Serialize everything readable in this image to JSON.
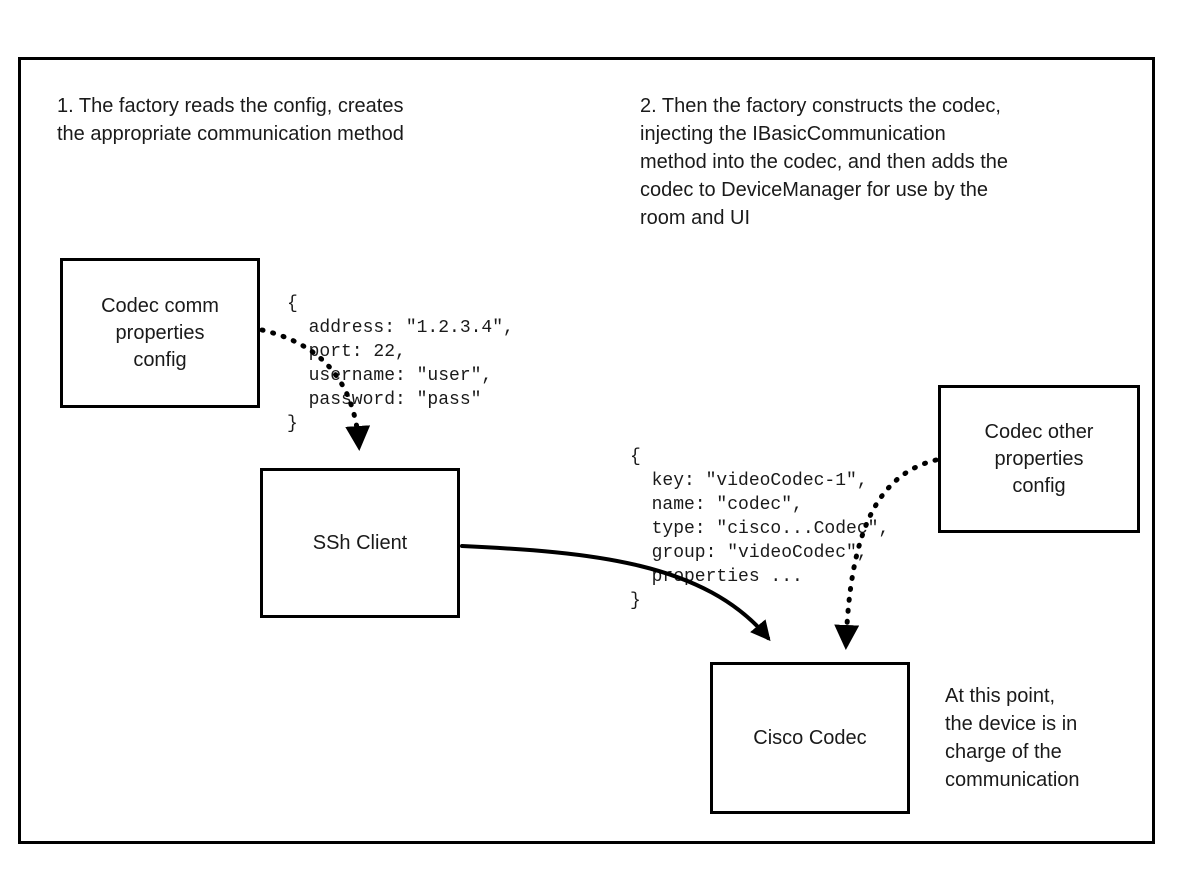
{
  "diagram": {
    "notes": {
      "step1": "1. The factory reads the config, creates\nthe appropriate communication method",
      "step2": "2. Then the factory constructs the codec,\ninjecting the IBasicCommunication\nmethod into the codec, and then adds the\ncodec to DeviceManager for use by the\nroom and UI",
      "device_note": "At this point,\nthe device is in\ncharge of the\ncommunication"
    },
    "nodes": {
      "codec_comm_config": "Codec comm\nproperties\nconfig",
      "ssh_client": "SSh Client",
      "codec_other_config": "Codec other\nproperties\nconfig",
      "cisco_codec": "Cisco Codec"
    },
    "code_snippets": {
      "comm_properties": "{\n  address: \"1.2.3.4\",\n  port: 22,\n  username: \"user\",\n  password: \"pass\"\n}",
      "codec_properties": "{\n  key: \"videoCodec-1\",\n  name: \"codec\",\n  type: \"cisco...Codec\",\n  group: \"videoCodec\",\n  properties ...\n}"
    },
    "colors": {
      "stroke": "#000000",
      "background": "#ffffff"
    }
  }
}
